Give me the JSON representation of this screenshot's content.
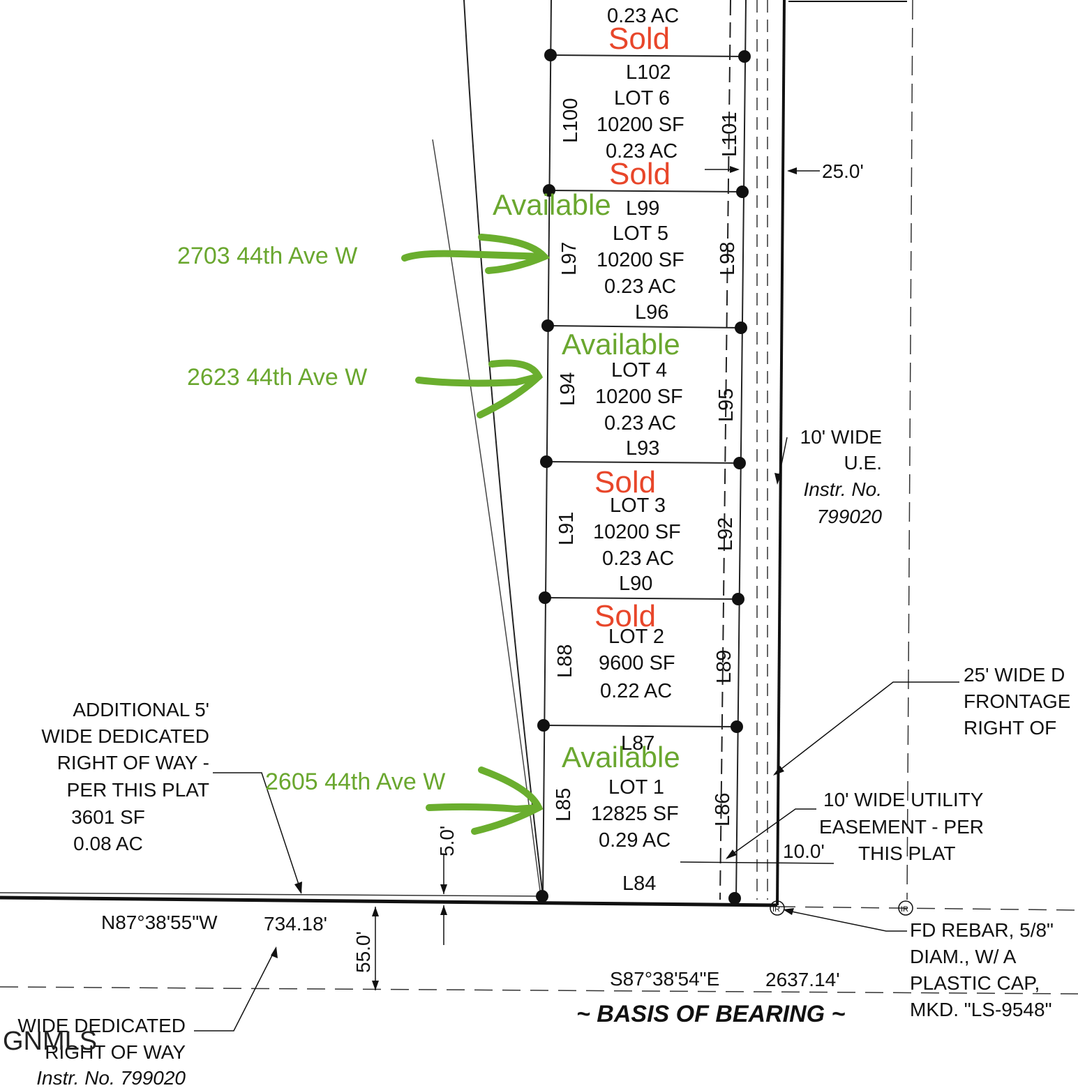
{
  "lots": [
    {
      "id": "lot6",
      "lot": "LOT 6",
      "area_sf": "10200 SF",
      "area_ac": "0.23 AC",
      "top_line": "L102",
      "left_line": "L100",
      "right_line": "L101",
      "status": "Sold"
    },
    {
      "id": "lot5",
      "lot": "LOT 5",
      "area_sf": "10200 SF",
      "area_ac": "0.23 AC",
      "top_line": "L99",
      "left_line": "L97",
      "right_line": "L98",
      "status": "Available",
      "address": "2703 44th Ave W"
    },
    {
      "id": "lot4",
      "lot": "LOT 4",
      "area_sf": "10200 SF",
      "area_ac": "0.23 AC",
      "top_line": "L96",
      "left_line": "L94",
      "right_line": "L95",
      "status": "Available",
      "address": "2623 44th Ave W"
    },
    {
      "id": "lot3",
      "lot": "LOT 3",
      "area_sf": "10200 SF",
      "area_ac": "0.23 AC",
      "top_line": "L93",
      "left_line": "L91",
      "right_line": "L92",
      "status": "Sold"
    },
    {
      "id": "lot2",
      "lot": "LOT 2",
      "area_sf": "9600 SF",
      "area_ac": "0.22 AC",
      "top_line": "L90",
      "left_line": "L88",
      "right_line": "L89",
      "status": "Sold"
    },
    {
      "id": "lot1",
      "lot": "LOT 1",
      "area_sf": "12825 SF",
      "area_ac": "0.29 AC",
      "top_line": "L87",
      "left_line": "L85",
      "right_line": "L86",
      "bottom_line": "L84",
      "status": "Available",
      "address": "2605 44th Ave W"
    }
  ],
  "top_partial": {
    "area_ac": "0.23 AC",
    "status": "Sold"
  },
  "dims": {
    "d25": "25.0'",
    "d5": "5.0'",
    "d10": "10.0'",
    "d55": "55.0'"
  },
  "bearings": {
    "north": "N87°38'55\"W",
    "north_dist": "734.18'",
    "south": "S87°38'54\"E",
    "south_dist": "2637.14'",
    "basis": "~ BASIS OF BEARING ~"
  },
  "notes": {
    "additional": [
      "ADDITIONAL 5'",
      "WIDE DEDICATED",
      "RIGHT OF WAY -",
      "PER THIS PLAT",
      "3601 SF",
      "0.08 AC"
    ],
    "ue": [
      "10' WIDE",
      "U.E.",
      "Instr. No.",
      "799020"
    ],
    "frontage": [
      "25' WIDE D",
      "FRONTAGE",
      "RIGHT OF"
    ],
    "utility": [
      "10' WIDE UTILITY",
      "EASEMENT - PER",
      "THIS PLAT"
    ],
    "rebar": [
      "FD REBAR, 5/8\"",
      "DIAM., W/ A",
      "PLASTIC CAP,",
      "MKD. \"LS-9548\""
    ],
    "row": [
      "WIDE DEDICATED",
      "RIGHT OF WAY",
      "Instr. No. 799020"
    ]
  },
  "monument_label": "IR",
  "watermark": "GNMLS",
  "colors": {
    "sold": "#e8462a",
    "available": "#6aa72f"
  }
}
